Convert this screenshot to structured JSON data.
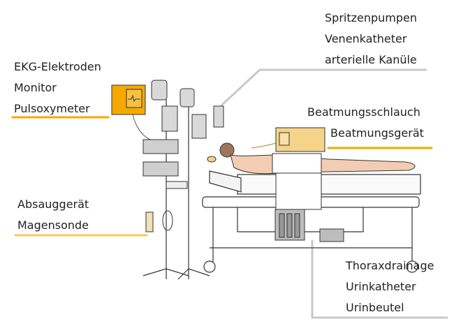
{
  "labels": {
    "infusion": [
      "Spritzenpumpen",
      "Venenkatheter",
      "arterielle Kanüle"
    ],
    "monitoring": [
      "EKG-Elektroden",
      "Monitor",
      "Pulsoxymeter"
    ],
    "ventilation": [
      "Beatmungsschlauch",
      "Beatmungsgerät"
    ],
    "suction": [
      "Absauggerät",
      "Magensonde"
    ],
    "drainage": [
      "Thoraxdrainage",
      "Urinkatheter",
      "Urinbeutel"
    ]
  },
  "colors": {
    "accent": "#f5a800",
    "leader_gray": "#c8c8c8",
    "device_gray": "#bdbdbd",
    "skin": "#f3cdb3",
    "ventilator": "#f5d48a"
  }
}
